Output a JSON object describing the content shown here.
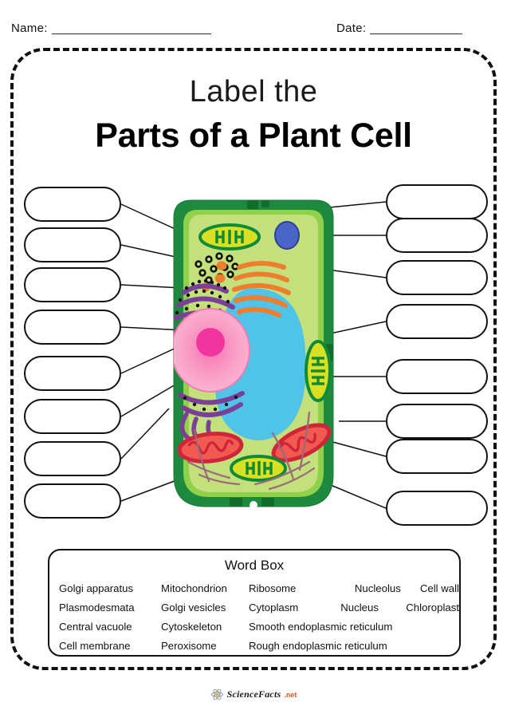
{
  "header": {
    "name_label": "Name:",
    "date_label": "Date:"
  },
  "title": {
    "sub": "Label the",
    "main": "Parts of a Plant Cell"
  },
  "blanks": {
    "left": [
      "",
      "",
      "",
      "",
      "",
      "",
      "",
      ""
    ],
    "right": [
      "",
      "",
      "",
      "",
      "",
      "",
      "",
      ""
    ],
    "left_count": 8,
    "right_count": 8
  },
  "word_box": {
    "title": "Word Box",
    "rows": [
      [
        "Golgi apparatus",
        "Mitochondrion",
        "Ribosome",
        "Nucleolus",
        "Cell wall"
      ],
      [
        "Plasmodesmata",
        "Golgi vesicles",
        "Cytoplasm",
        "Nucleus",
        "Chloroplast"
      ],
      [
        "Central vacuole",
        "Cytoskeleton",
        "Smooth endoplasmic reticulum"
      ],
      [
        "Cell membrane",
        "Peroxisome",
        "Rough endoplasmic reticulum"
      ]
    ]
  },
  "brand": {
    "text": "ScienceFacts",
    "suffix": ".net",
    "icon": "atom-icon"
  },
  "diagram": {
    "name": "plant-cell-diagram",
    "organelles": [
      {
        "name": "cell-wall",
        "color": "#1b8a3f"
      },
      {
        "name": "cell-membrane",
        "color": "#8fd14a"
      },
      {
        "name": "cytoplasm",
        "color": "#c2e07a"
      },
      {
        "name": "central-vacuole",
        "color": "#52c5ea"
      },
      {
        "name": "nucleus",
        "color": "#f79ac0"
      },
      {
        "name": "nucleolus",
        "color": "#f0369e"
      },
      {
        "name": "chloroplast",
        "color": "#d9e021"
      },
      {
        "name": "mitochondrion",
        "color": "#e03a4e"
      },
      {
        "name": "golgi-apparatus",
        "color": "#ef7d2e"
      },
      {
        "name": "golgi-vesicles",
        "color": "#ef7d2e"
      },
      {
        "name": "rough-endoplasmic-reticulum",
        "color": "#7b3f98"
      },
      {
        "name": "smooth-endoplasmic-reticulum",
        "color": "#7b3f98"
      },
      {
        "name": "ribosome",
        "color": "#111111"
      },
      {
        "name": "peroxisome",
        "color": "#3c5ec4"
      },
      {
        "name": "cytoskeleton",
        "color": "#9a6b7a"
      },
      {
        "name": "plasmodesmata",
        "color": "#2f7a3e"
      }
    ]
  }
}
